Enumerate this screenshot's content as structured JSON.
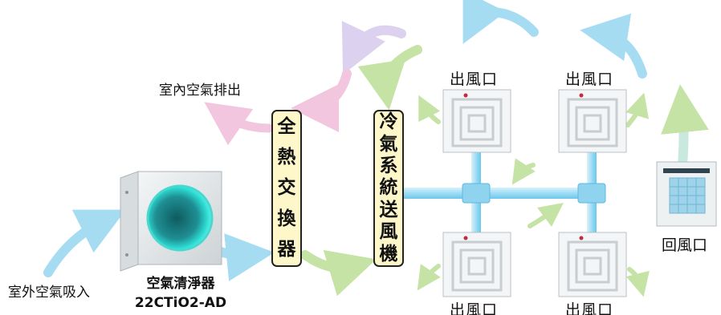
{
  "labels": {
    "indoor_exhaust": "室內空氣排出",
    "outdoor_intake": "室外空氣吸入",
    "purifier_name": "空氣清淨器",
    "purifier_model": "22CTiO2-AD",
    "return_vent": "回風口"
  },
  "boxes": {
    "heat_exchanger": [
      "全",
      "熱",
      "交",
      "換",
      "器"
    ],
    "ac_blower": [
      "冷",
      "氣",
      "系",
      "統",
      "送",
      "風",
      "機"
    ]
  },
  "outlets": [
    "出風口",
    "出風口",
    "出風口",
    "出風口"
  ],
  "colors": {
    "box_fill": "#fdf7c9",
    "duct": "#9edcf5",
    "arrow_blue": "#a6dcf2",
    "arrow_green": "#c5e3a4",
    "arrow_pink": "#f3c6df",
    "purifier_glow": "#2de0d6"
  }
}
